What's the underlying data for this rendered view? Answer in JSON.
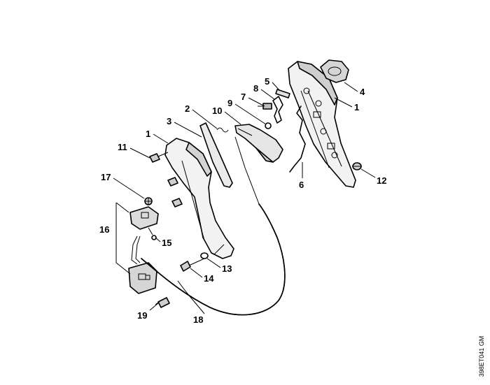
{
  "diagram": {
    "drawing_code": "398ET041 GM",
    "callouts": [
      {
        "key": "c1a",
        "label": "1"
      },
      {
        "key": "c1b",
        "label": "1"
      },
      {
        "key": "c2",
        "label": "2"
      },
      {
        "key": "c3",
        "label": "3"
      },
      {
        "key": "c4",
        "label": "4"
      },
      {
        "key": "c5",
        "label": "5"
      },
      {
        "key": "c6",
        "label": "6"
      },
      {
        "key": "c7",
        "label": "7"
      },
      {
        "key": "c8",
        "label": "8"
      },
      {
        "key": "c9",
        "label": "9"
      },
      {
        "key": "c10",
        "label": "10"
      },
      {
        "key": "c11",
        "label": "11"
      },
      {
        "key": "c12",
        "label": "12"
      },
      {
        "key": "c13",
        "label": "13"
      },
      {
        "key": "c14",
        "label": "14"
      },
      {
        "key": "c15",
        "label": "15"
      },
      {
        "key": "c16",
        "label": "16"
      },
      {
        "key": "c17",
        "label": "17"
      },
      {
        "key": "c18",
        "label": "18"
      },
      {
        "key": "c19",
        "label": "19"
      }
    ]
  }
}
